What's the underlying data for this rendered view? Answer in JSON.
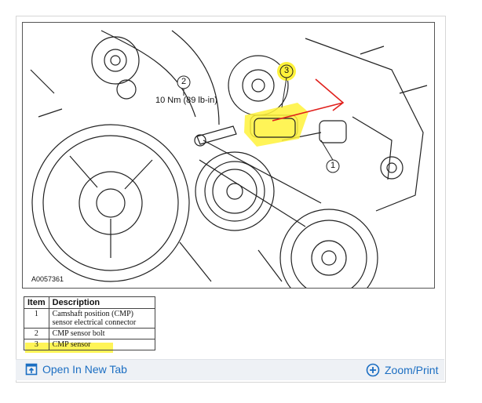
{
  "diagram": {
    "callout_1": "1",
    "callout_2": "2",
    "callout_3": "3",
    "torque_spec": "10 Nm (89 lb-in)",
    "figure_id": "A0057361"
  },
  "legend": {
    "header_item": "Item",
    "header_description": "Description",
    "rows": [
      {
        "item": "1",
        "description": "Camshaft position (CMP) sensor electrical connector"
      },
      {
        "item": "2",
        "description": "CMP sensor bolt"
      },
      {
        "item": "3",
        "description": "CMP sensor"
      }
    ]
  },
  "toolbar": {
    "open_tab_label": "Open In New Tab",
    "open_tab_icon": "open-in-new-tab-icon",
    "zoom_label": "Zoom/Print",
    "zoom_icon": "zoom-plus-icon"
  },
  "colors": {
    "highlight": "#fff23a",
    "annotation_arrow": "#e0201c",
    "link": "#1b6ec2"
  }
}
